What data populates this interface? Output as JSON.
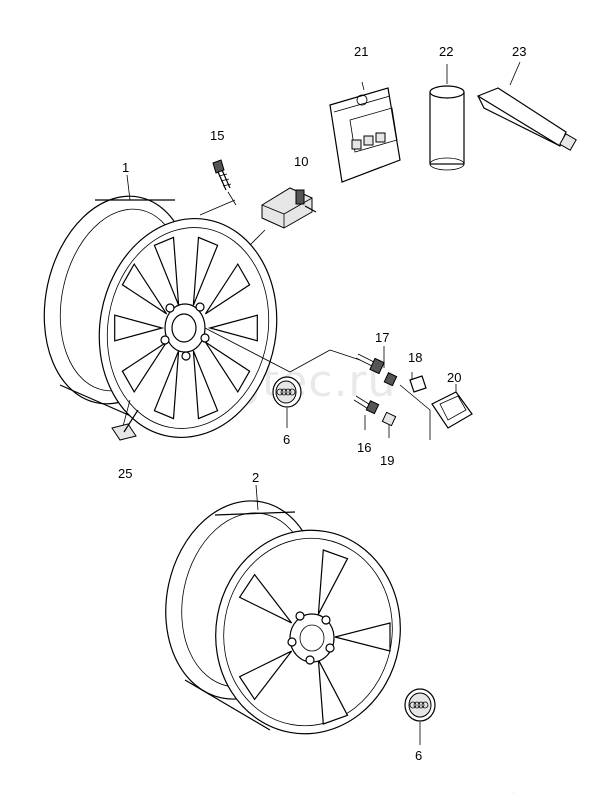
{
  "watermark": "vagtec.ru",
  "corner_mark": "·",
  "callouts": [
    {
      "id": "c1",
      "label": "1"
    },
    {
      "id": "c2",
      "label": "2"
    },
    {
      "id": "c6a",
      "label": "6"
    },
    {
      "id": "c6b",
      "label": "6"
    },
    {
      "id": "c10",
      "label": "10"
    },
    {
      "id": "c15",
      "label": "15"
    },
    {
      "id": "c16",
      "label": "16"
    },
    {
      "id": "c17",
      "label": "17"
    },
    {
      "id": "c18",
      "label": "18"
    },
    {
      "id": "c19",
      "label": "19"
    },
    {
      "id": "c20",
      "label": "20"
    },
    {
      "id": "c21",
      "label": "21"
    },
    {
      "id": "c22",
      "label": "22"
    },
    {
      "id": "c23",
      "label": "23"
    },
    {
      "id": "c25",
      "label": "25"
    }
  ],
  "parts": {
    "wheel_1": "alloy-wheel-multispoke",
    "wheel_2": "alloy-wheel-five-spoke",
    "tpms_sensor": "tire-pressure-sensor",
    "valve_15": "tire-valve",
    "hub_cap": "wheel-center-cap",
    "bolt_kit": "wheel-bolt-set",
    "can": "cleaner-can",
    "tube": "grease-tube",
    "tool": "cap-removal-tool"
  }
}
